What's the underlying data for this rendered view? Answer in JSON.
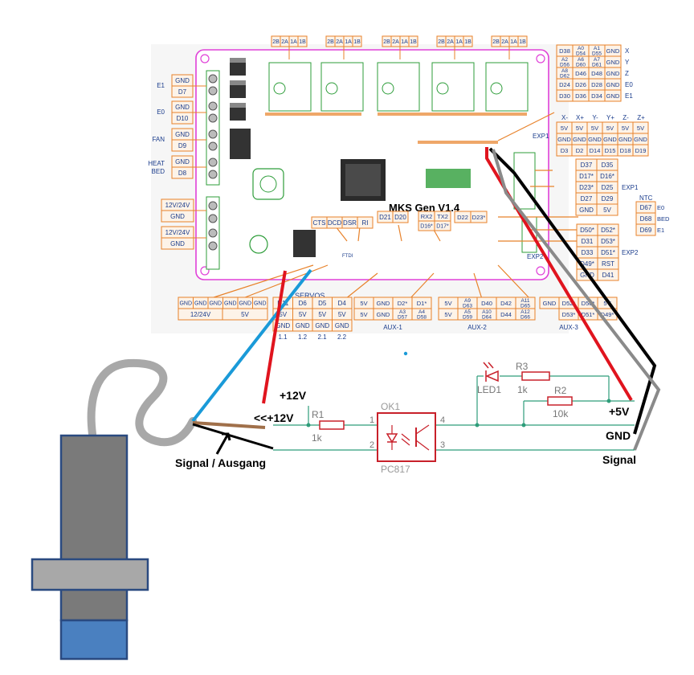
{
  "colors": {
    "board_outline": "#e040d8",
    "pcb_green": "#2e9d3a",
    "pin_box_border": "#e8822a",
    "pin_box_bg": "#fdf3e8",
    "pin_text": "#1a3c8c",
    "orange_line": "#e8822a",
    "schematic_line": "#2e9d7a",
    "resistor": "#c8202a",
    "wire_red": "#e0141e",
    "wire_black": "#000000",
    "wire_gray": "#8a8a8a",
    "wire_blue": "#1a9ad8",
    "wire_brown": "#a0704a",
    "sensor_body": "#7a7a7a",
    "sensor_blue": "#4a80c0",
    "sensor_border": "#2a4a80",
    "cable_gray": "#a8a8a8"
  },
  "board": {
    "title": "MKS Gen V1.4",
    "ftdi": [
      "CTS",
      "DCD",
      "DSR",
      "RI"
    ],
    "ftdi_label": "FTDI",
    "i2c_boxes": [
      "D21",
      "D20"
    ],
    "serial_boxes": [
      [
        "RX2",
        "D16*"
      ],
      [
        "TX2",
        "D17*"
      ]
    ],
    "d22_boxes": [
      "D22",
      "D23*"
    ],
    "exp1_label": "EXP1",
    "exp2_label": "EXP2",
    "servos_label": "SERVOS",
    "aux_labels": [
      "AUX-1",
      "AUX-2",
      "AUX-3"
    ]
  },
  "motor_headers": [
    [
      "2B",
      "2A",
      "1A",
      "1B"
    ],
    [
      "2B",
      "2A",
      "1A",
      "1B"
    ],
    [
      "2B",
      "2A",
      "1A",
      "1B"
    ],
    [
      "2B",
      "2A",
      "1A",
      "1B"
    ],
    [
      "2B",
      "2A",
      "1A",
      "1B"
    ]
  ],
  "left_connectors": [
    {
      "label": "E1",
      "top": "GND",
      "bottom": "D7"
    },
    {
      "label": "E0",
      "top": "GND",
      "bottom": "D10"
    },
    {
      "label": "FAN",
      "top": "GND",
      "bottom": "D9"
    },
    {
      "label": "HEAT BED",
      "top": "GND",
      "bottom": "D8"
    }
  ],
  "power_left": [
    {
      "top": "12V/24V",
      "bottom": "GND"
    },
    {
      "top": "12V/24V",
      "bottom": "GND"
    }
  ],
  "endstops_right": [
    {
      "pins": [
        "D38",
        "A0 D54",
        "A1 D55",
        "GND"
      ],
      "axis": "X"
    },
    {
      "pins": [
        "A2 D56",
        "A6 D60",
        "A7 D61",
        "GND"
      ],
      "axis": "Y"
    },
    {
      "pins": [
        "A8 D62",
        "D46",
        "D48",
        "GND"
      ],
      "axis": "Z"
    },
    {
      "pins": [
        "D24",
        "D26",
        "D28",
        "GND"
      ],
      "axis": "E0"
    },
    {
      "pins": [
        "D30",
        "D36",
        "D34",
        "GND"
      ],
      "axis": "E1"
    }
  ],
  "limit_switch": {
    "headers": [
      "X-",
      "X+",
      "Y-",
      "Y+",
      "Z-",
      "Z+"
    ],
    "rows": [
      [
        "5V",
        "5V",
        "5V",
        "5V",
        "5V",
        "5V"
      ],
      [
        "GND",
        "GND",
        "GND",
        "GND",
        "GND",
        "GND"
      ],
      [
        "D3",
        "D2",
        "D14",
        "D15",
        "D18",
        "D19"
      ]
    ]
  },
  "exp1": [
    [
      "D37",
      "D35"
    ],
    [
      "D17*",
      "D16*"
    ],
    [
      "D23*",
      "D25"
    ],
    [
      "D27",
      "D29"
    ],
    [
      "GND",
      "5V"
    ]
  ],
  "ntc": {
    "title": "NTC",
    "rows": [
      [
        "D67",
        "E0"
      ],
      [
        "D68",
        "BED"
      ],
      [
        "D69",
        "E1"
      ]
    ]
  },
  "exp2": [
    [
      "D50*",
      "D52*"
    ],
    [
      "D31",
      "D53*"
    ],
    [
      "D33",
      "D51*"
    ],
    [
      "D49*",
      "RST"
    ],
    [
      "GND",
      "D41"
    ]
  ],
  "bottom_power": {
    "row1": [
      "GND",
      "GND",
      "GND",
      "GND",
      "GND",
      "GND"
    ],
    "row2": [
      "12/24V",
      "5V"
    ]
  },
  "servos": {
    "rows": [
      [
        "D11",
        "D6",
        "D5",
        "D4"
      ],
      [
        "5V",
        "5V",
        "5V",
        "5V"
      ],
      [
        "GND",
        "GND",
        "GND",
        "GND"
      ]
    ],
    "labels": [
      "1.1",
      "1.2",
      "2.1",
      "2.2"
    ]
  },
  "aux1": {
    "rows": [
      [
        "5V",
        "GND",
        "D2*",
        "D1*"
      ],
      [
        "5V",
        "GND",
        "A3 D57",
        "A4 D58"
      ]
    ]
  },
  "aux2": {
    "rows": [
      [
        "5V",
        "A9 D63",
        "D40",
        "D42"
      ],
      [
        "5V",
        "A5 D59",
        "A10 D64",
        "D44"
      ]
    ],
    "extra": [
      "A11 D65",
      "A12 D66"
    ]
  },
  "aux3": {
    "rows": [
      [
        "GND",
        "D52*",
        "D50*",
        "5V"
      ],
      [
        "",
        "D53*",
        "D51*",
        "D49*"
      ]
    ]
  },
  "schematic": {
    "plus12v_top": "+12V",
    "plus12v_arrow": "<<+12V",
    "r1": {
      "name": "R1",
      "value": "1k"
    },
    "r2": {
      "name": "R2",
      "value": "10k"
    },
    "r3": {
      "name": "R3",
      "value": "1k"
    },
    "led": "LED1",
    "ok1": {
      "name": "OK1",
      "part": "PC817",
      "pins": [
        "1",
        "2",
        "3",
        "4"
      ]
    },
    "plus5v": "+5V",
    "gnd": "GND",
    "signal": "Signal",
    "signal_ausgang": "Signal / Ausgang"
  }
}
